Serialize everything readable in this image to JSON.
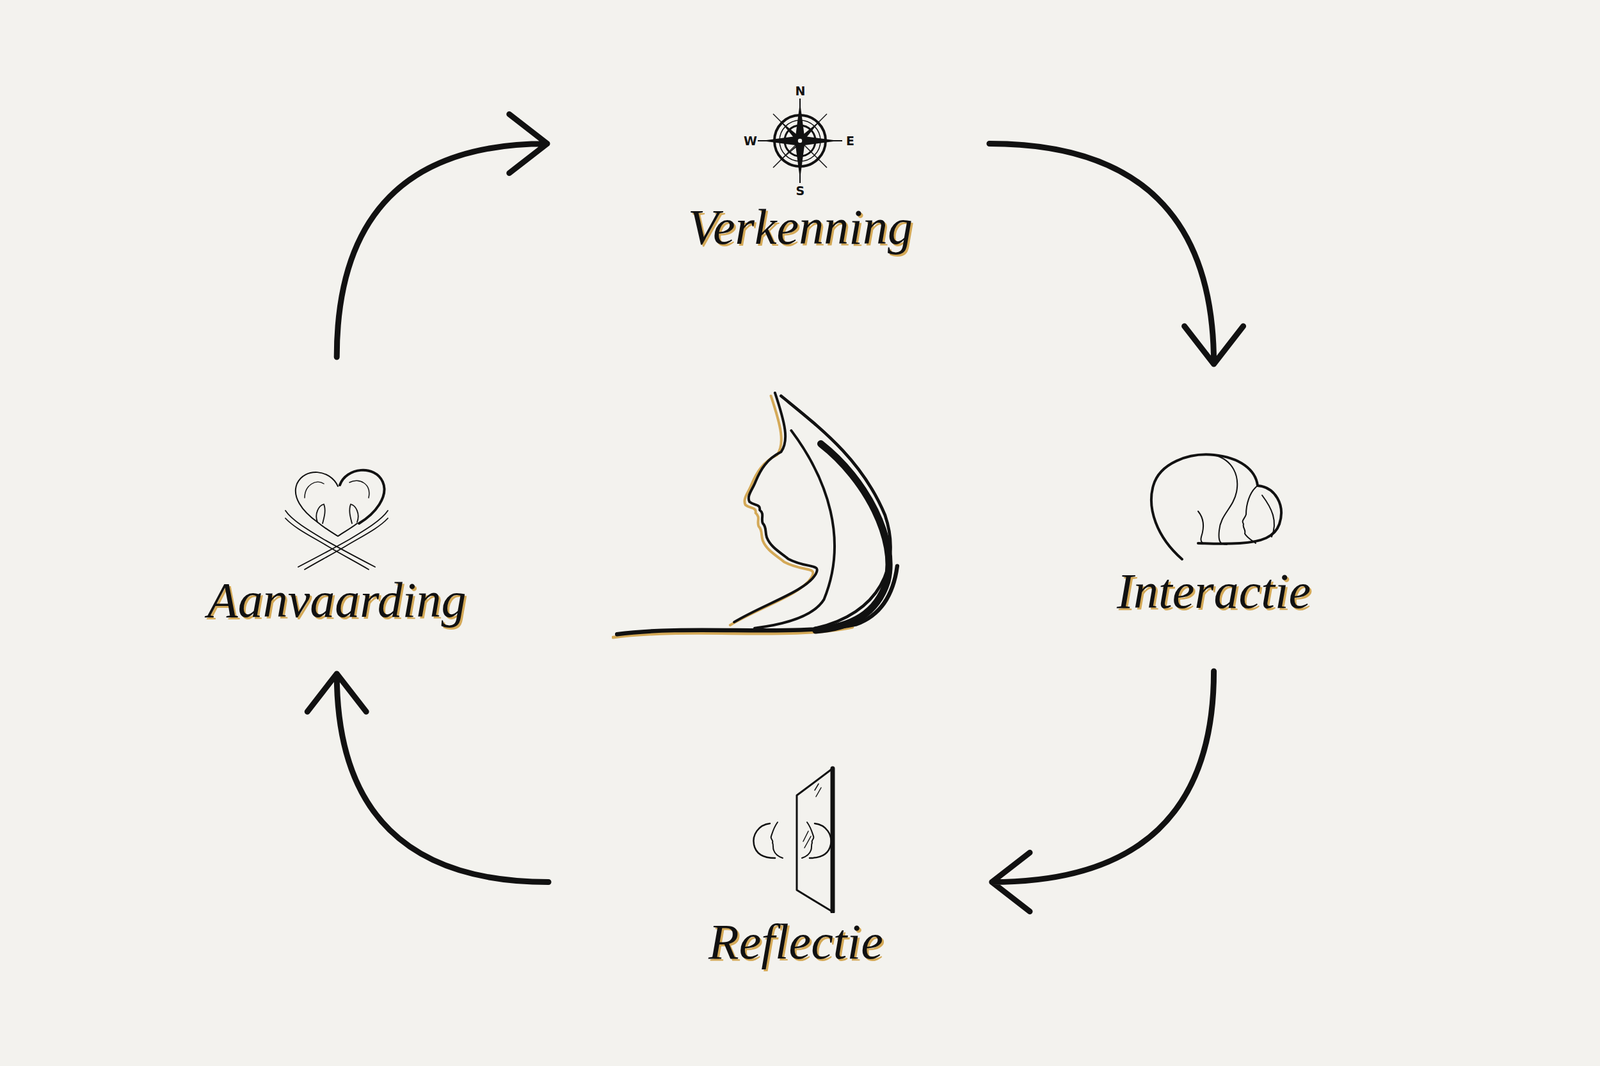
{
  "diagram": {
    "nodes": [
      {
        "text": [
          "Verkenning"
        ]
      },
      {
        "text": [
          "Interactie"
        ]
      },
      {
        "text": [
          "Reflectie"
        ]
      },
      {
        "text": [
          "Aanvaarding"
        ]
      }
    ],
    "edges": [
      {
        "from": 0,
        "to": 1,
        "arrow": "to"
      },
      {
        "from": 1,
        "to": 2,
        "arrow": "to"
      },
      {
        "from": 2,
        "to": 3,
        "arrow": "to"
      },
      {
        "from": 3,
        "to": 0,
        "arrow": "to"
      }
    ],
    "labels": [
      "N",
      "W",
      "E",
      "S"
    ]
  }
}
